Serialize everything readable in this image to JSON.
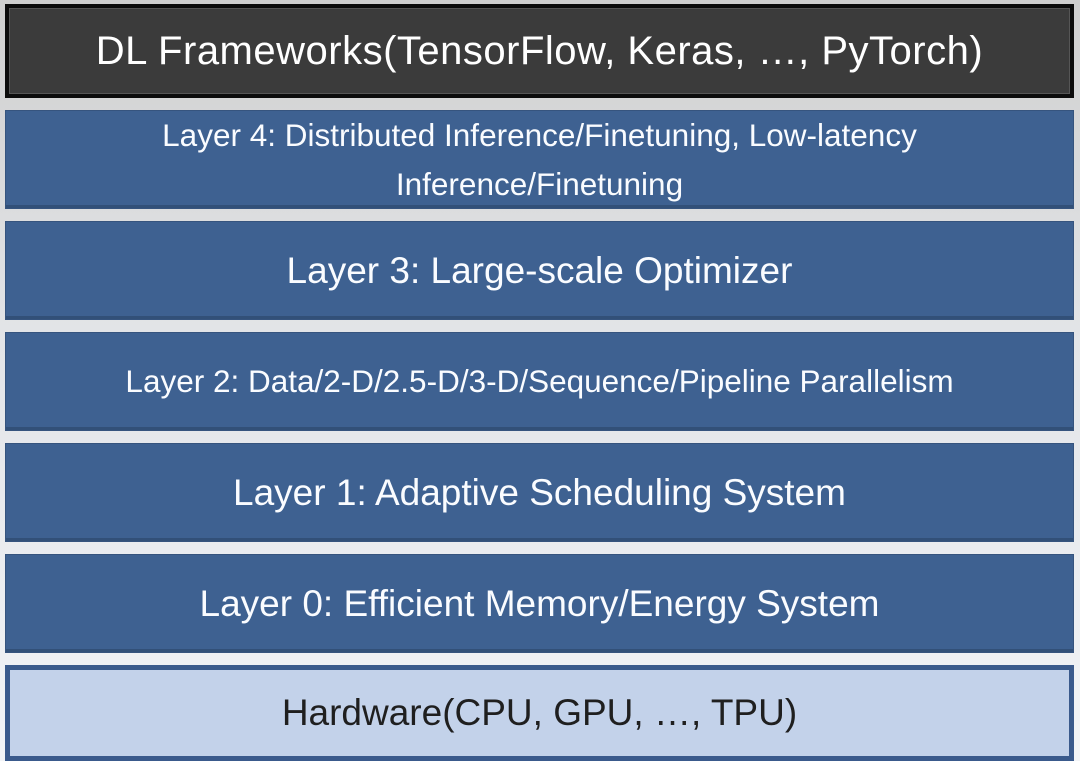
{
  "diagram": {
    "framework_box": {
      "label": "DL Frameworks(TensorFlow, Keras, …, PyTorch)"
    },
    "layers": [
      {
        "id": "layer-4",
        "label": "Layer 4: Distributed Inference/Finetuning, Low-latency Inference/Finetuning"
      },
      {
        "id": "layer-3",
        "label": "Layer 3: Large-scale Optimizer"
      },
      {
        "id": "layer-2",
        "label": "Layer 2: Data/2-D/2.5-D/3-D/Sequence/Pipeline Parallelism"
      },
      {
        "id": "layer-1",
        "label": "Layer 1: Adaptive Scheduling System"
      },
      {
        "id": "layer-0",
        "label": "Layer 0: Efficient Memory/Energy System"
      }
    ],
    "hardware_box": {
      "label": "Hardware(CPU, GPU, …, TPU)"
    },
    "colors": {
      "framework-fill": "#3b3b3b",
      "framework-border": "#0c0c0c",
      "framework-text": "#ffffff",
      "layer-fill": "#3e6191",
      "layer-edge": "#36547e",
      "layer-text": "#fafcff",
      "hardware-fill": "#c3d2ea",
      "hardware-border": "#3a5a8c",
      "hardware-text": "#1f1f1f"
    }
  }
}
